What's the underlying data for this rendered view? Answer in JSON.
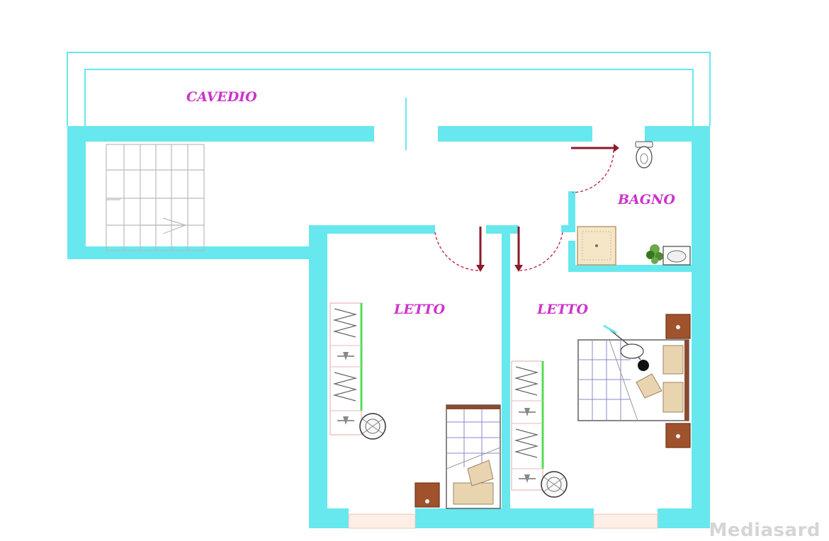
{
  "plan": {
    "rooms": [
      {
        "id": "cavedio",
        "label": "CAVEDIO"
      },
      {
        "id": "bagno",
        "label": "BAGNO"
      },
      {
        "id": "letto-1",
        "label": "LETTO"
      },
      {
        "id": "letto-2",
        "label": "LETTO"
      }
    ],
    "watermark": "Mediasard",
    "colors": {
      "wall": "#66e8ee",
      "outline": "#66e8ee",
      "label": "#cc33cc",
      "door_arrow": "#8b1a2a",
      "door_swing": "#c0183c",
      "wardrobe_edge": "#55dd55",
      "furniture_wood": "#a0522d",
      "pillow": "#e8d5b0"
    },
    "icons": [
      "staircase-icon",
      "toilet-icon",
      "shower-tray-icon",
      "sink-icon",
      "plant-icon",
      "bed-icon",
      "nightstand-icon",
      "wardrobe-icon",
      "chair-icon",
      "person-icon"
    ]
  }
}
